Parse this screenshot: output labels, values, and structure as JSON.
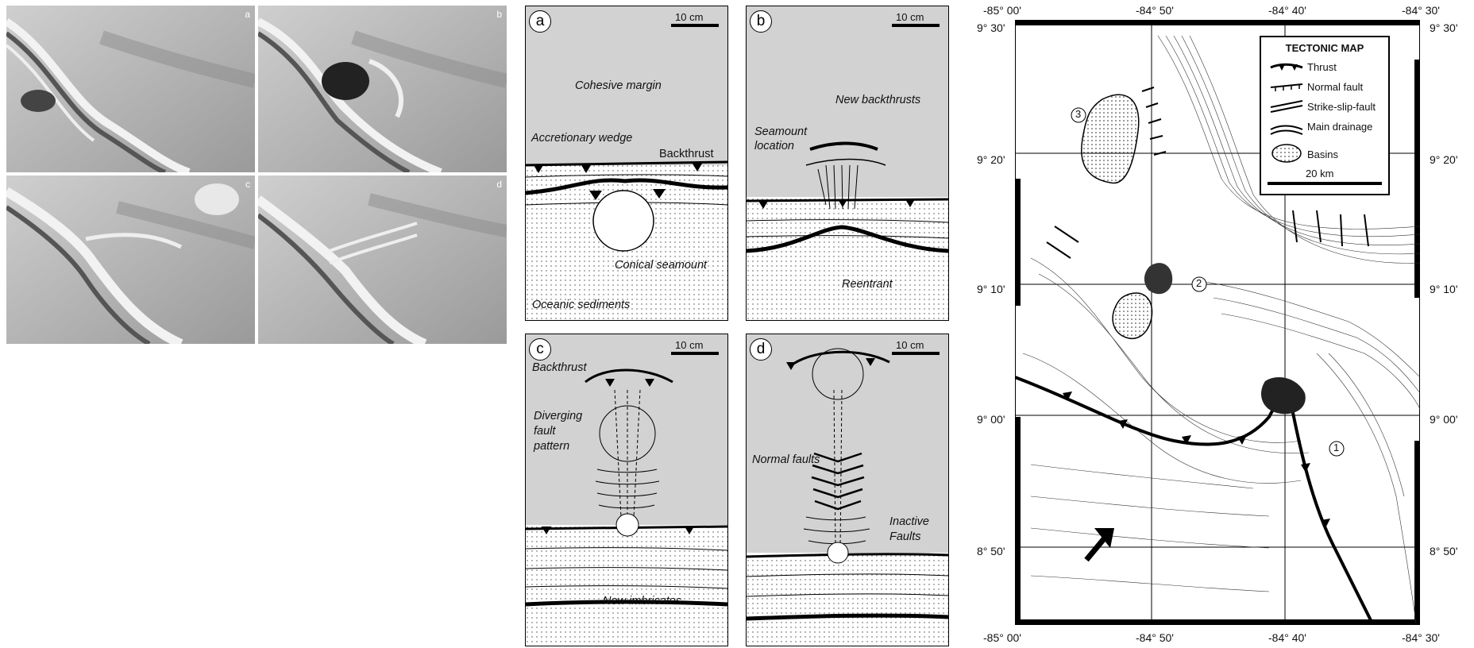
{
  "photos": [
    {
      "tag": "a"
    },
    {
      "tag": "b"
    },
    {
      "tag": "c"
    },
    {
      "tag": "d"
    }
  ],
  "panels": {
    "a": {
      "label": "a",
      "scale": "10 cm",
      "texts": {
        "cohesive": "Cohesive margin",
        "wedge": "Accretionary wedge",
        "backthrust": "Backthrust",
        "seamount": "Conical seamount",
        "oceanic": "Oceanic sediments"
      }
    },
    "b": {
      "label": "b",
      "scale": "10 cm",
      "texts": {
        "new_backthrusts": "New backthrusts",
        "seamount_location_1": "Seamount",
        "seamount_location_2": "location",
        "reentrant": "Reentrant"
      }
    },
    "c": {
      "label": "c",
      "scale": "10 cm",
      "texts": {
        "backthrust": "Backthrust",
        "diverging_1": "Diverging",
        "diverging_2": "fault",
        "diverging_3": "pattern",
        "new_imbricates": "New imbricates"
      }
    },
    "d": {
      "label": "d",
      "scale": "10 cm",
      "texts": {
        "normal_faults": "Normal faults",
        "inactive_1": "Inactive",
        "inactive_2": "Faults"
      }
    }
  },
  "map": {
    "top_lon": [
      "-85° 00'",
      "-84° 50'",
      "-84° 40'",
      "-84° 30'"
    ],
    "bottom_lon": [
      "-85° 00'",
      "-84° 50'",
      "-84° 40'",
      "-84° 30'"
    ],
    "left_lat": [
      "9° 30'",
      "9° 20'",
      "9° 10'",
      "9° 00'",
      "8° 50'"
    ],
    "right_lat": [
      "9° 30'",
      "9° 20'",
      "9° 10'",
      "9° 00'",
      "8° 50'"
    ],
    "legend": {
      "title": "TECTONIC MAP",
      "items": [
        "Thrust",
        "Normal fault",
        "Strike-slip-fault",
        "Main drainage",
        "Basins"
      ],
      "scale": "20 km"
    },
    "markers": [
      "3",
      "2",
      "1"
    ]
  }
}
